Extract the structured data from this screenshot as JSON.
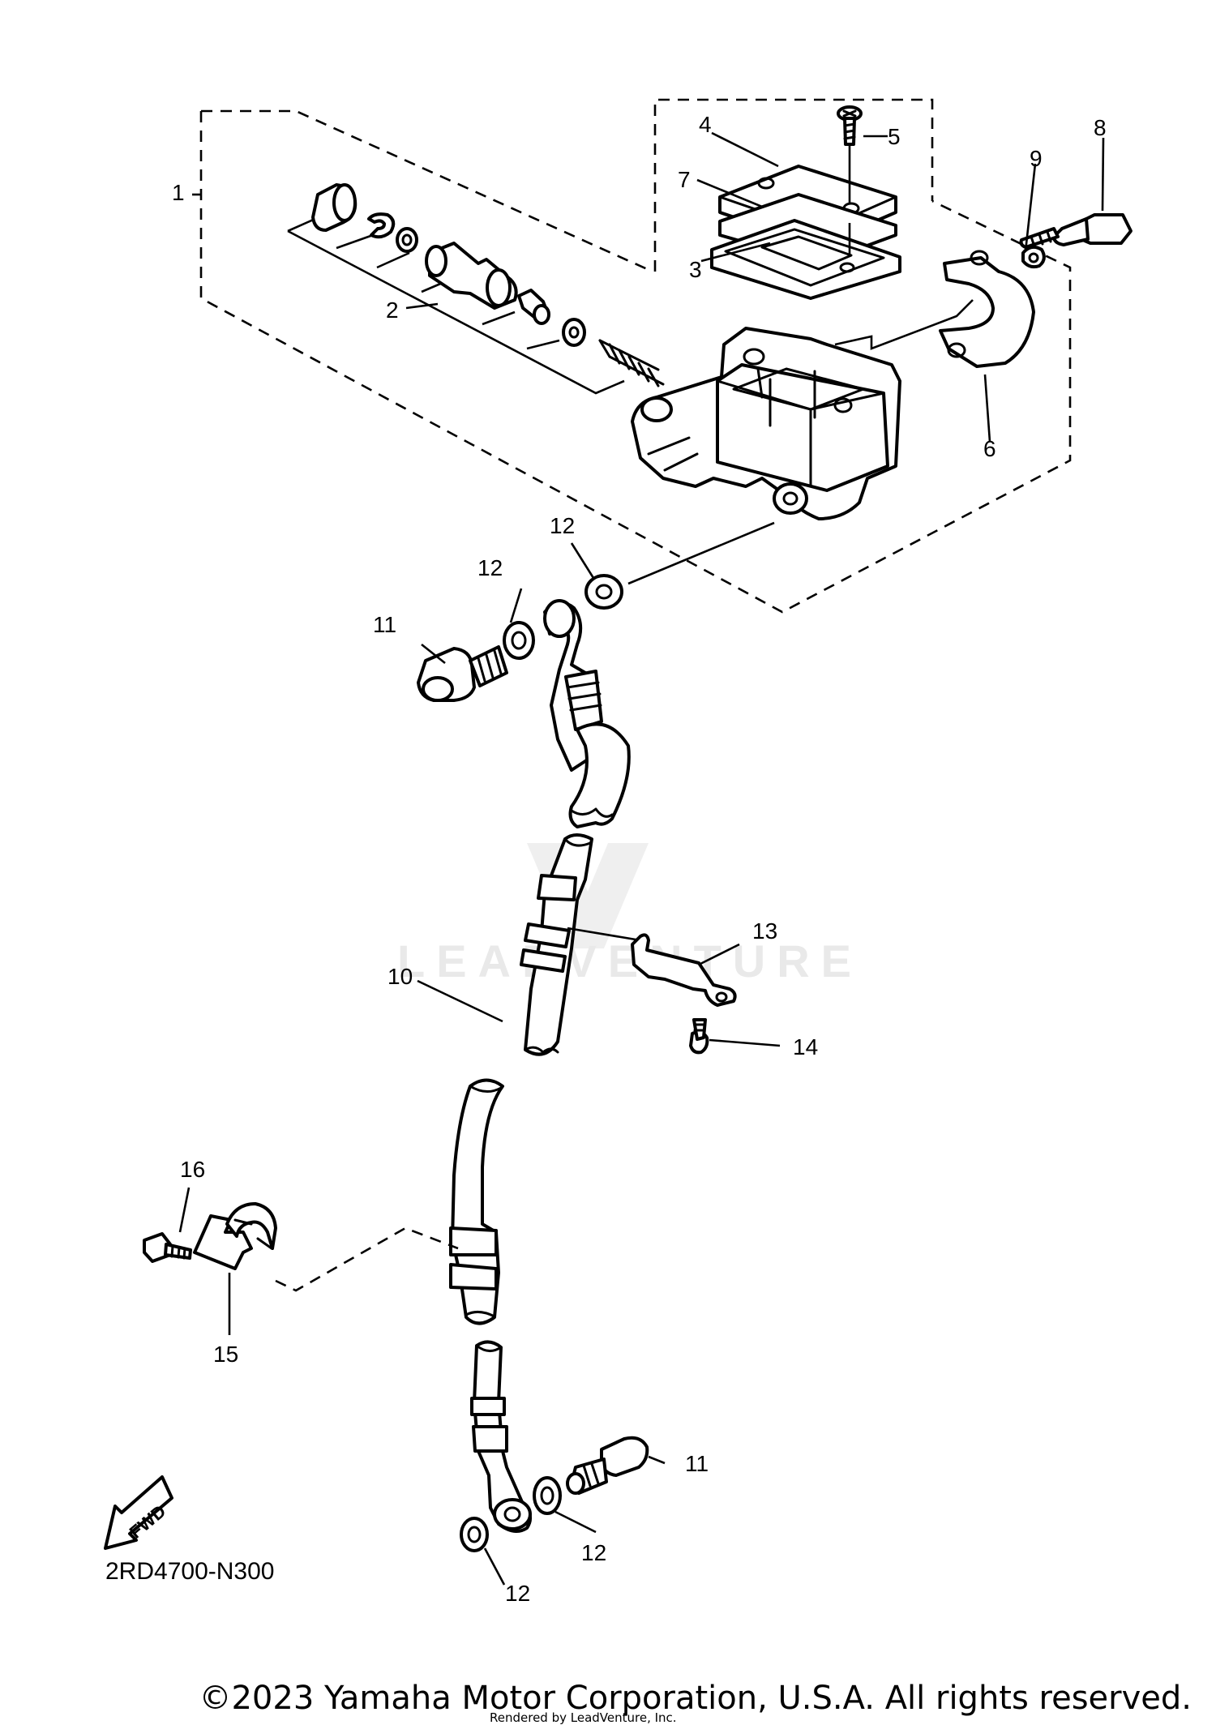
{
  "callouts": {
    "c1": "1",
    "c2": "2",
    "c3": "3",
    "c4": "4",
    "c5": "5",
    "c6": "6",
    "c7": "7",
    "c8": "8",
    "c9": "9",
    "c10": "10",
    "c11a": "11",
    "c11b": "11",
    "c12a": "12",
    "c12b": "12",
    "c12c": "12",
    "c12d": "12",
    "c13": "13",
    "c14": "14",
    "c15": "15",
    "c16": "16"
  },
  "fwd_label": "FWD",
  "diagram_code": "2RD4700-N300",
  "watermark": "LEADVENTURE",
  "copyright": "©2023 Yamaha Motor Corporation, U.S.A. All rights reserved.",
  "rendered_by": "Rendered by LeadVenture, Inc."
}
